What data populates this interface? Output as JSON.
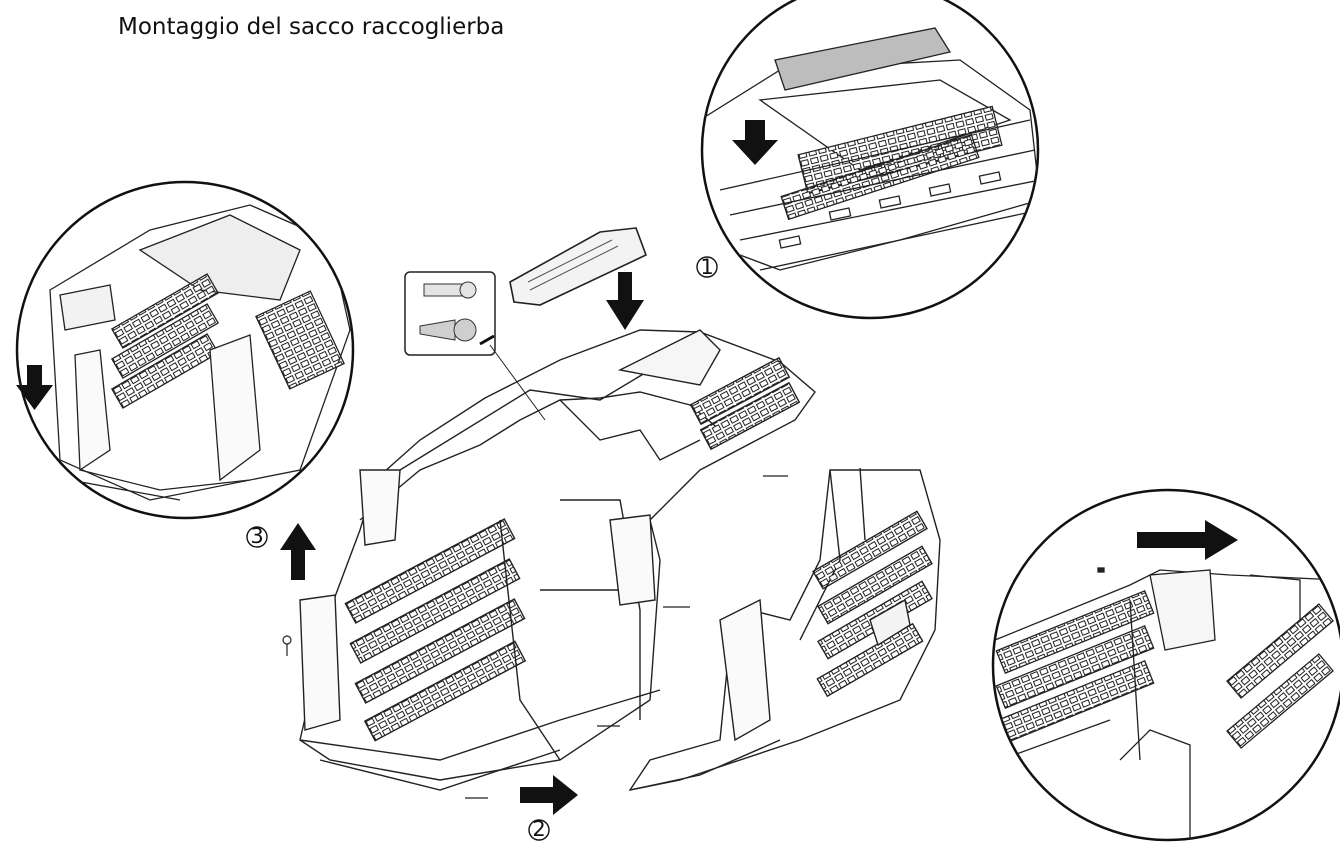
{
  "title": "Montaggio del sacco raccoglierba",
  "steps": [
    "①",
    "②",
    "③"
  ],
  "colors": {
    "line": "#1a1a1a",
    "arrow": "#111111",
    "shade": "#bdbdbd"
  }
}
